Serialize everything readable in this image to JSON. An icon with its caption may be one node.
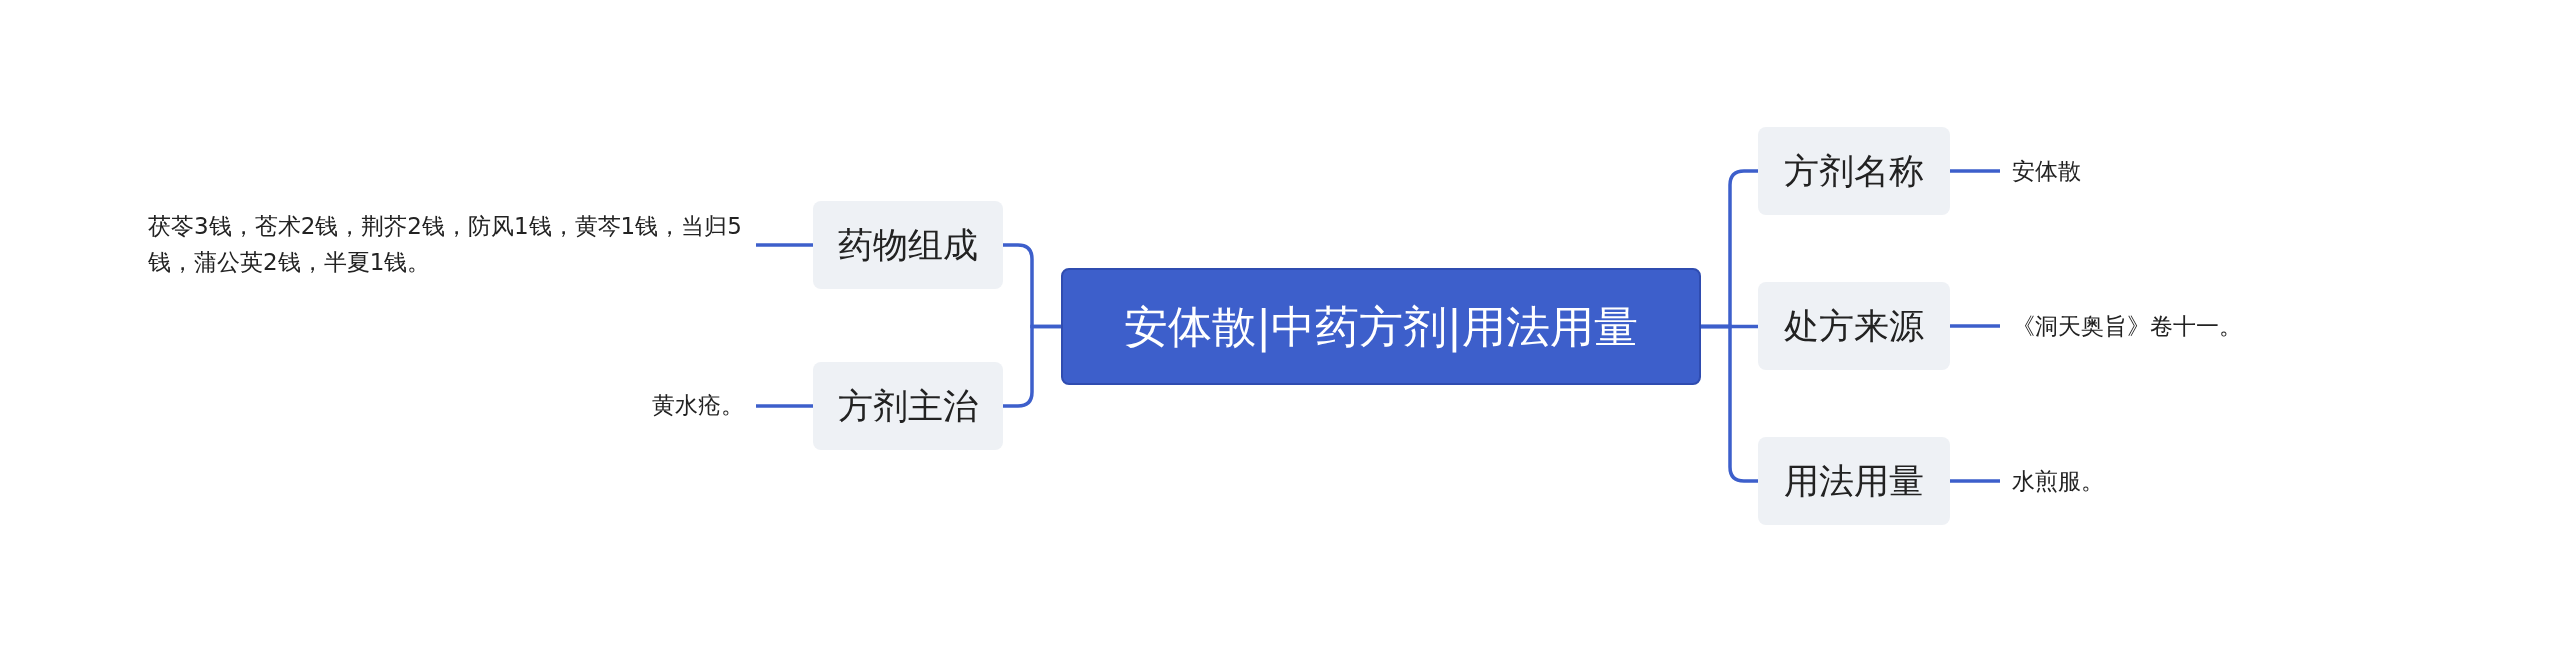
{
  "diagram": {
    "nodes": [
      {
        "text": [
          "安体散|中药方剂|用法用量"
        ]
      },
      {
        "text": [
          "药物组成"
        ]
      },
      {
        "text": [
          "茯苓3钱，苍术2钱，荆芥2钱，防风1钱，黄芩1钱，当归5钱，蒲公英2钱，半夏1钱。"
        ]
      },
      {
        "text": [
          "方剂主治"
        ]
      },
      {
        "text": [
          "黄水疮。"
        ]
      },
      {
        "text": [
          "方剂名称"
        ]
      },
      {
        "text": [
          "安体散"
        ]
      },
      {
        "text": [
          "处方来源"
        ]
      },
      {
        "text": [
          "《洞天奥旨》卷十一。"
        ]
      },
      {
        "text": [
          "用法用量"
        ]
      },
      {
        "text": [
          "水煎服。"
        ]
      }
    ],
    "edges": [
      {
        "from": 0,
        "to": 1,
        "arrow": "none"
      },
      {
        "from": 1,
        "to": 2,
        "arrow": "none"
      },
      {
        "from": 0,
        "to": 3,
        "arrow": "none"
      },
      {
        "from": 3,
        "to": 4,
        "arrow": "none"
      },
      {
        "from": 0,
        "to": 5,
        "arrow": "none"
      },
      {
        "from": 5,
        "to": 6,
        "arrow": "none"
      },
      {
        "from": 0,
        "to": 7,
        "arrow": "none"
      },
      {
        "from": 7,
        "to": 8,
        "arrow": "none"
      },
      {
        "from": 0,
        "to": 9,
        "arrow": "none"
      },
      {
        "from": 9,
        "to": 10,
        "arrow": "none"
      }
    ]
  }
}
